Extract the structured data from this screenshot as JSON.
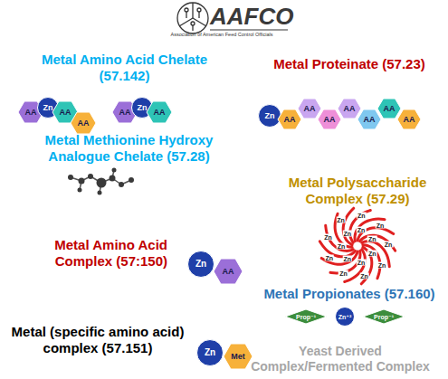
{
  "diagram": {
    "nodes": [
      {
        "text": [
          "AA"
        ]
      },
      {
        "text": [
          "Zn"
        ]
      },
      {
        "text": [
          "AA"
        ]
      },
      {
        "text": [
          "AA"
        ]
      },
      {
        "text": [
          "AA"
        ]
      },
      {
        "text": [
          "Zn"
        ]
      },
      {
        "text": [
          "AA"
        ]
      },
      {
        "text": [
          "Zn"
        ]
      },
      {
        "text": [
          "AA"
        ]
      },
      {
        "text": [
          "AA"
        ]
      },
      {
        "text": [
          "AA"
        ]
      },
      {
        "text": [
          "AA"
        ]
      },
      {
        "text": [
          "AA"
        ]
      },
      {
        "text": [
          "AA"
        ]
      },
      {
        "text": [
          "AA"
        ]
      },
      {
        "text": [
          "Zn"
        ]
      },
      {
        "text": [
          "AA"
        ]
      },
      {
        "text": [
          "Prop⁻¹"
        ]
      },
      {
        "text": [
          "Zn⁺²"
        ]
      },
      {
        "text": [
          "Prop⁻¹"
        ]
      },
      {
        "text": [
          "Zn"
        ]
      },
      {
        "text": [
          "Met"
        ]
      }
    ],
    "labels": [
      "AAFCO",
      "Association of American Feed Control Officials",
      "Metal Amino Acid Chelate (57.142)",
      "Metal Proteinate (57.23)",
      "Metal Methionine Hydroxy Analogue Chelate (57.28)",
      "Metal Polysaccharide Complex (57.29)",
      "Metal Amino Acid Complex (57:150)",
      "Metal Propionates (57.160)",
      "Metal (specific amino acid) complex (57.151)",
      "Yeast Derived Complex/Fermented Complex",
      "Zn",
      "Zn",
      "Zn",
      "Zn",
      "Zn",
      "Zn",
      "Zn",
      "Zn",
      "Zn",
      "Zn",
      "Zn",
      "Zn",
      "Zn",
      "Zn",
      "Zn",
      "Zn"
    ]
  }
}
